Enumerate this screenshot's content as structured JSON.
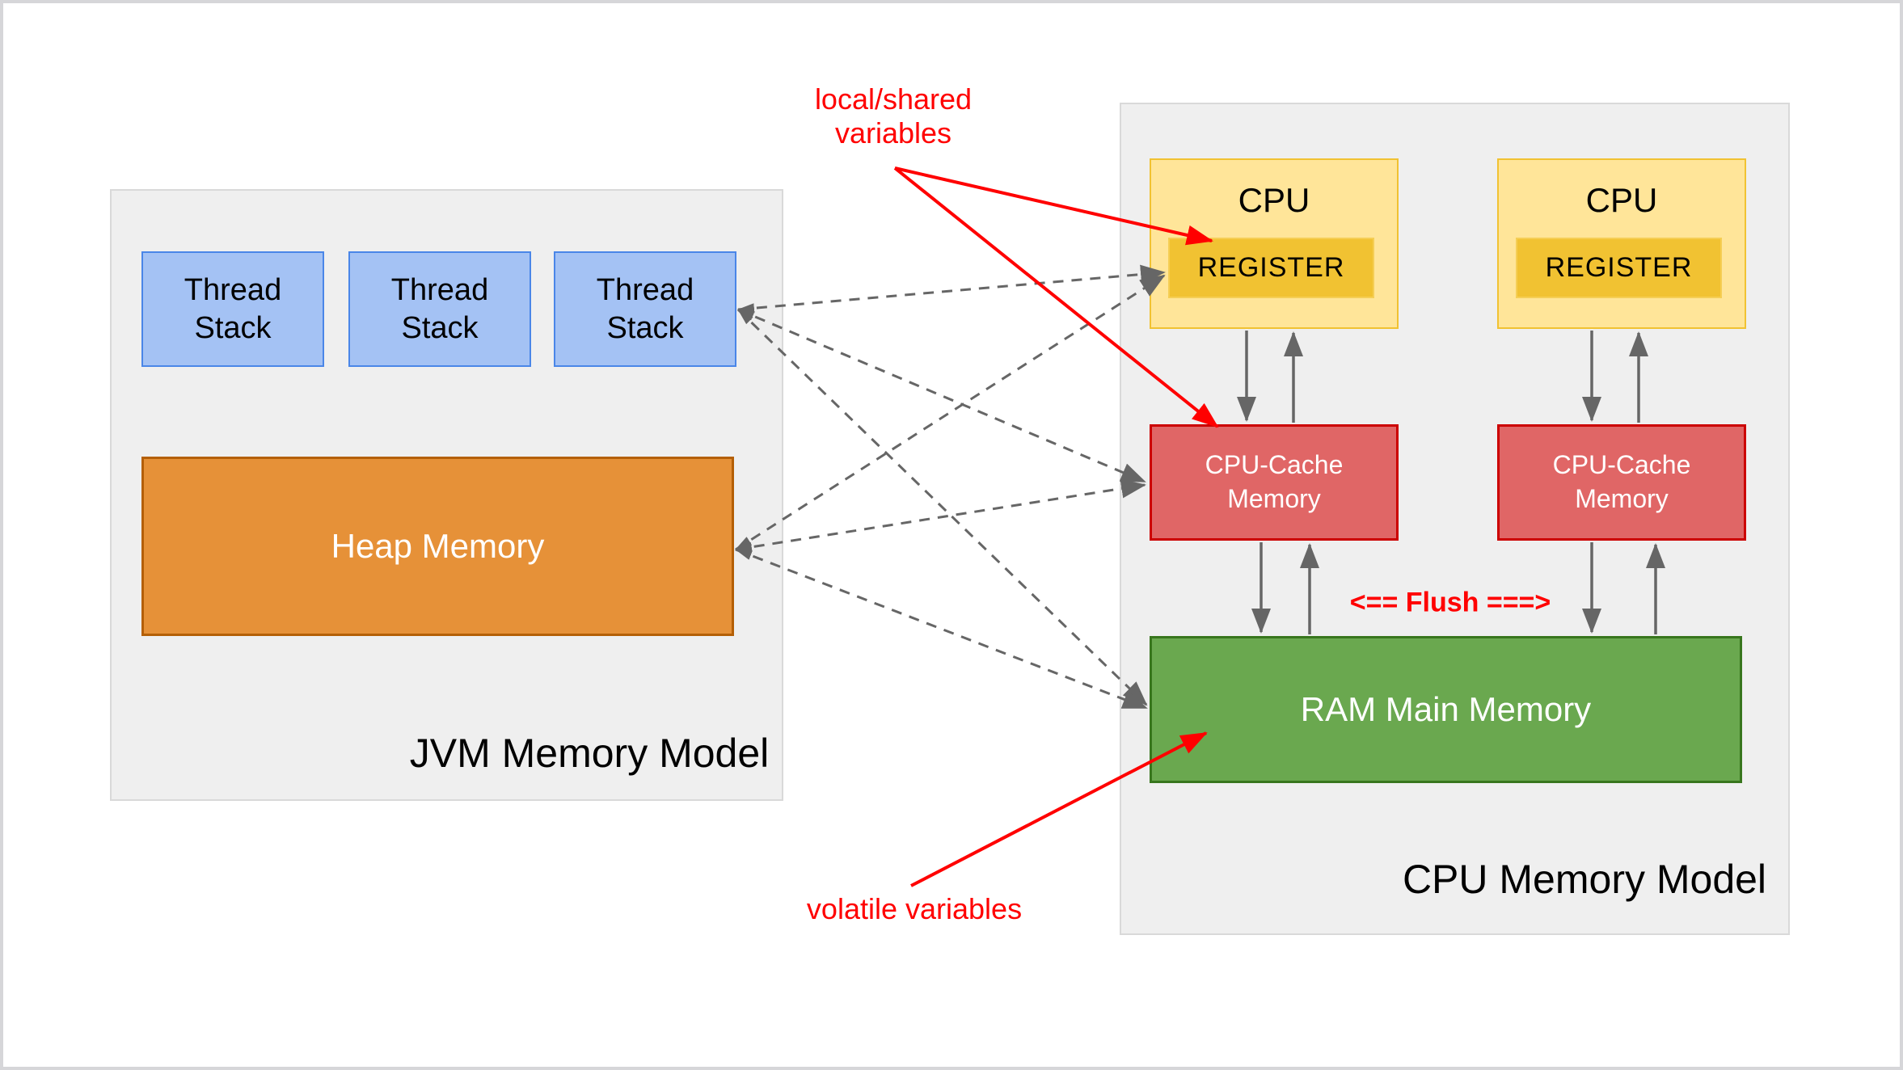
{
  "jvm": {
    "title": "JVM Memory Model",
    "thread_stacks": [
      "Thread\nStack",
      "Thread\nStack",
      "Thread\nStack"
    ],
    "heap_label": "Heap Memory"
  },
  "cpu": {
    "title": "CPU Memory Model",
    "units": [
      {
        "label": "CPU",
        "register_label": "REGISTER"
      },
      {
        "label": "CPU",
        "register_label": "REGISTER"
      }
    ],
    "cache_labels": [
      "CPU-Cache\nMemory",
      "CPU-Cache\nMemory"
    ],
    "ram_label": "RAM Main Memory",
    "flush_label": "<== Flush ===>"
  },
  "annotations": {
    "local_shared": "local/shared\nvariables",
    "volatile": "volatile variables"
  },
  "icons": {
    "dashed_arrow": "variable-access-arrow",
    "solid_arrow": "data-flow-arrow",
    "red_arrow": "annotation-pointer-arrow"
  },
  "colors": {
    "thread_fill": "#A4C2F4",
    "thread_border": "#4A86E8",
    "heap_fill": "#E69138",
    "heap_border": "#B45F06",
    "cpu_fill": "#FFE599",
    "cpu_border": "#F1C232",
    "register_fill": "#F1C232",
    "register_border": "#F5CE55",
    "cache_fill": "#E06666",
    "cache_border": "#CC0000",
    "ram_fill": "#6AA84F",
    "ram_border": "#38761D",
    "container_fill": "#EFEFEF",
    "container_border": "#D9D9D9",
    "annotation_red": "#FF0000",
    "arrow_gray": "#666666"
  }
}
